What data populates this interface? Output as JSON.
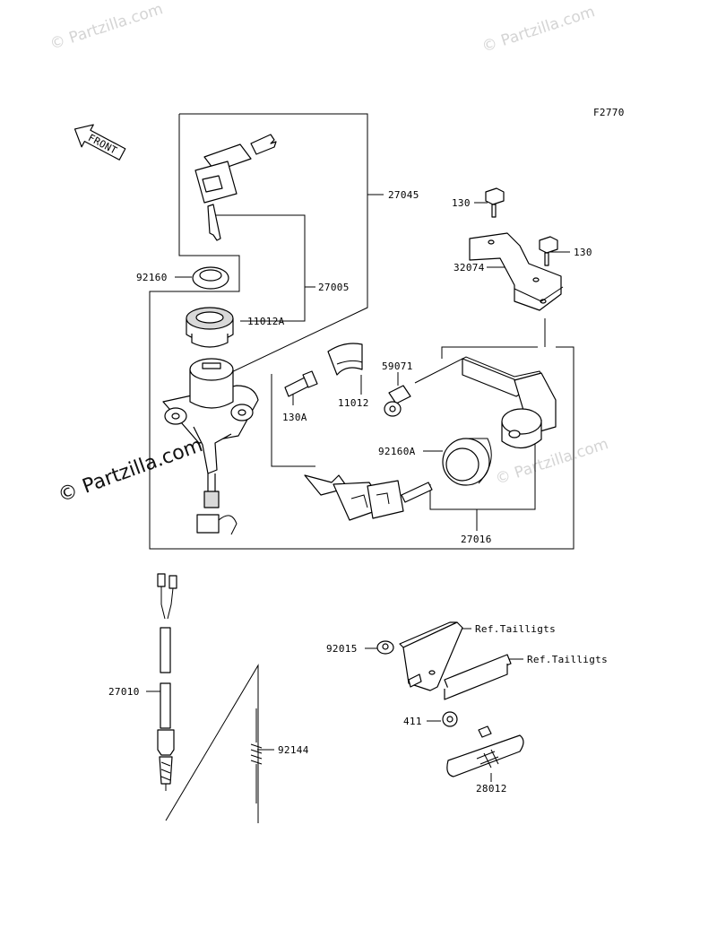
{
  "figure_code": "F2770",
  "front_label": "FRONT",
  "watermarks": {
    "main": "© Partzilla.com",
    "top_left": "© Partzilla.com",
    "top_right": "© Partzilla.com",
    "mid_right": "© Partzilla.com"
  },
  "parts": {
    "p27045": "27045",
    "p27005": "27005",
    "p92160": "92160",
    "p11012A": "11012A",
    "p130A": "130A",
    "p11012": "11012",
    "p59071": "59071",
    "p92160A": "92160A",
    "p27016": "27016",
    "p130_top": "130",
    "p130_right": "130",
    "p32074": "32074",
    "p27010": "27010",
    "p92144": "92144",
    "p92015": "92015",
    "p411": "411",
    "p28012": "28012",
    "ref_taillights_1": "Ref.Tailligts",
    "ref_taillights_2": "Ref.Tailligts"
  }
}
